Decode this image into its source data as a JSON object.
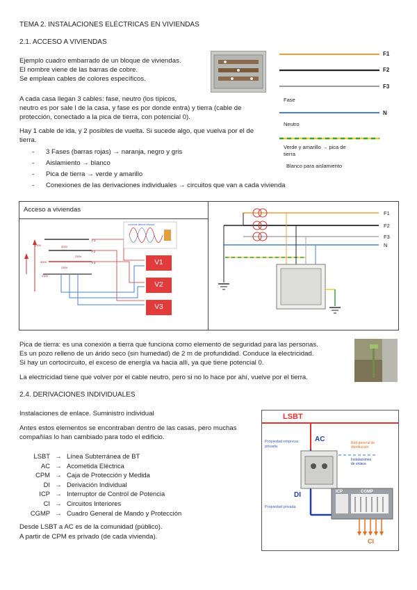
{
  "doc": {
    "title": "TEMA 2. INSTALACIONES ELÉCTRICAS EN VIVIENDAS",
    "sec1": {
      "heading": "2.1. ACCESO A VIVIENDAS",
      "intro": [
        "Ejemplo cuadro embarrado de un bloque de viviendas.",
        "El nombre viene de las barras de cobre.",
        "Se emplean cables de colores específicos."
      ],
      "para2": [
        "A cada casa llegan 3 cables: fase, neutro (los típicos,",
        "neutro es por sale l de la casa, y fase es por donde entra) y tierra (cable de",
        "protección, conectado a la pica de tierra, con potencial 0)."
      ],
      "para3": [
        "Hay 1 cable de ida, y 2 posibles de vuelta. Si sucede algo, que vuelva por el de",
        "tierra."
      ],
      "bullets": [
        "3 Fases (barras rojas) → naranja, negro y gris",
        "Aislamiento → blanco",
        "Pica de tierra → verde y amarillo",
        "Conexiones de las derivaciones individuales → circuitos que van a cada vivienda"
      ],
      "legend": {
        "f1": "F1",
        "f2": "F2",
        "f3": "F3",
        "n": "N",
        "fase": "Fase",
        "neutro": "Neutro",
        "tierra_1": "Verde y amarillo → pica de",
        "tierra_2": "tierra",
        "aislamiento": "Blanco para aislamiento"
      },
      "figure": {
        "left_title": "Acceso a viviendas",
        "v1": "V1",
        "v2": "V2",
        "v3": "V3",
        "f1": "F1",
        "f2": "F2",
        "f3": "F3",
        "n": "N"
      },
      "pica": [
        "Pica de tierra: es una conexión a tierra que funciona como elemento de seguridad para las personas.",
        "Es un pozo relleno de un árido seco (sin humedad) de 2 m de profundidad. Conduce la electricidad.",
        "Si hay un cortocircuito, el exceso de energía va hacia allí, ya que tiene potencial 0."
      ],
      "neutro_note": "La electricidad tiene que volver por el cable neutro, pero si no lo hace por ahí, vuelve por el tierra."
    },
    "sec2": {
      "heading": "2.4. DERIVACIONES INDIVIDUALES",
      "sub": "Instalaciones de enlace. Suministro individual",
      "para": [
        "Antes estos elementos se encontraban dentro de las casas, pero muchas",
        "compañías lo han cambiado para todo el edificio."
      ],
      "abbr": [
        {
          "k": "LSBT",
          "v": "Línea Subterránea de BT"
        },
        {
          "k": "AC",
          "v": "Acometida Eléctrica"
        },
        {
          "k": "CPM",
          "v": "Caja de Protección y Medida"
        },
        {
          "k": "DI",
          "v": "Derivación Individual"
        },
        {
          "k": "ICP",
          "v": "Interruptor de Control de Potencia"
        },
        {
          "k": "CI",
          "v": "Circuitos Interiores"
        },
        {
          "k": "CGMP",
          "v": "Cuadro General de Mando y Protección"
        }
      ],
      "arrow": "→",
      "foot": [
        "Desde LSBT a AC es de la comunidad (público).",
        "A partir de CPM es privado (de cada vivienda)."
      ],
      "diagram": {
        "lsbt": "LSBT",
        "ac": "AC",
        "di": "DI",
        "icp": "ICP",
        "cgmp": "CGMP",
        "ci": "CI",
        "prop_empresa_1": "Propiedad empresa",
        "prop_empresa_2": "privada",
        "red_1": "Red general de",
        "red_2": "distribución",
        "inst_1": "Instalaciones",
        "inst_2": "de enlace",
        "prop_privada": "Propiedad privada"
      }
    }
  }
}
